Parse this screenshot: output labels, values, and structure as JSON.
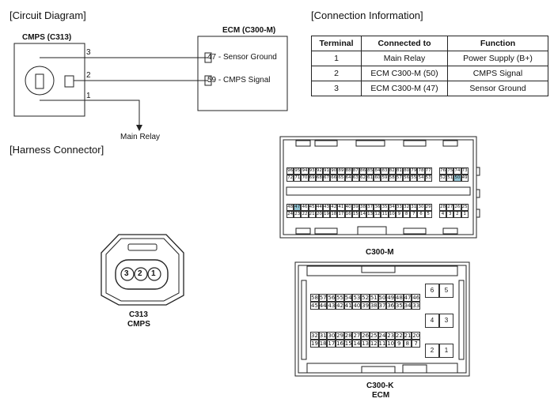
{
  "sections": {
    "circuit_diagram": "[Circuit Diagram]",
    "connection_information": "[Connection Information]",
    "harness_connector": "[Harness Connector]"
  },
  "circuit": {
    "cmps_title": "CMPS (C313)",
    "ecm_title": "ECM (C300-M)",
    "wire_numbers": [
      "3",
      "2",
      "1"
    ],
    "ecm_pins": [
      "47 - Sensor Ground",
      "59 -  CMPS Signal"
    ],
    "main_relay": "Main Relay"
  },
  "table": {
    "headers": [
      "Terminal",
      "Connected to",
      "Function"
    ],
    "rows": [
      [
        "1",
        "Main Relay",
        "Power Supply (B+)"
      ],
      [
        "2",
        "ECM C300-M (50)",
        "CMPS Signal"
      ],
      [
        "3",
        "ECM C300-M (47)",
        "Sensor Ground"
      ]
    ]
  },
  "connectors": {
    "c313_pins": [
      "3",
      "2",
      "1"
    ],
    "c313_label": "C313",
    "c313_sub": "CMPS",
    "c300m_label": "C300-M",
    "c300k_label": "C300-K",
    "c300k_sub": "ECM",
    "highlight_color": "#8fc3d3",
    "c300m_rows": [
      [
        "96",
        "95",
        "94",
        "93",
        "92",
        "91",
        "90",
        "89",
        "88",
        "87",
        "86",
        "85",
        "84",
        "83",
        "82",
        "81",
        "80",
        "79",
        "78",
        "77",
        "",
        "76",
        "75",
        "74",
        "73"
      ],
      [
        "72",
        "71",
        "70",
        "69",
        "68",
        "67",
        "66",
        "65",
        "64",
        "63",
        "62",
        "61",
        "60",
        "59",
        "58",
        "57",
        "56",
        "55",
        "54",
        "53",
        "",
        "52",
        "51",
        "50",
        "49"
      ],
      [
        "48",
        "47",
        "46",
        "45",
        "44",
        "43",
        "42",
        "41",
        "40",
        "39",
        "38",
        "37",
        "36",
        "35",
        "34",
        "33",
        "32",
        "31",
        "30",
        "29",
        "",
        "28",
        "27",
        "26",
        "25"
      ],
      [
        "24",
        "23",
        "22",
        "21",
        "20",
        "19",
        "18",
        "17",
        "16",
        "15",
        "14",
        "13",
        "12",
        "11",
        "10",
        "9",
        "8",
        "7",
        "6",
        "5",
        "",
        "4",
        "3",
        "2",
        "1"
      ]
    ],
    "c300m_highlight": [
      "50",
      "47"
    ],
    "c300k_rows": [
      [
        "58",
        "57",
        "56",
        "55",
        "54",
        "53",
        "52",
        "51",
        "50",
        "49",
        "48",
        "47",
        "46"
      ],
      [
        "45",
        "44",
        "43",
        "42",
        "41",
        "40",
        "39",
        "38",
        "37",
        "36",
        "35",
        "34",
        "33"
      ],
      [
        "32",
        "31",
        "30",
        "29",
        "28",
        "27",
        "26",
        "25",
        "24",
        "23",
        "22",
        "21",
        "20"
      ],
      [
        "19",
        "18",
        "17",
        "16",
        "15",
        "14",
        "13",
        "12",
        "11",
        "10",
        "9",
        "8",
        "7"
      ]
    ],
    "c300k_big_pins": [
      "6",
      "5",
      "4",
      "3",
      "2",
      "1"
    ]
  }
}
